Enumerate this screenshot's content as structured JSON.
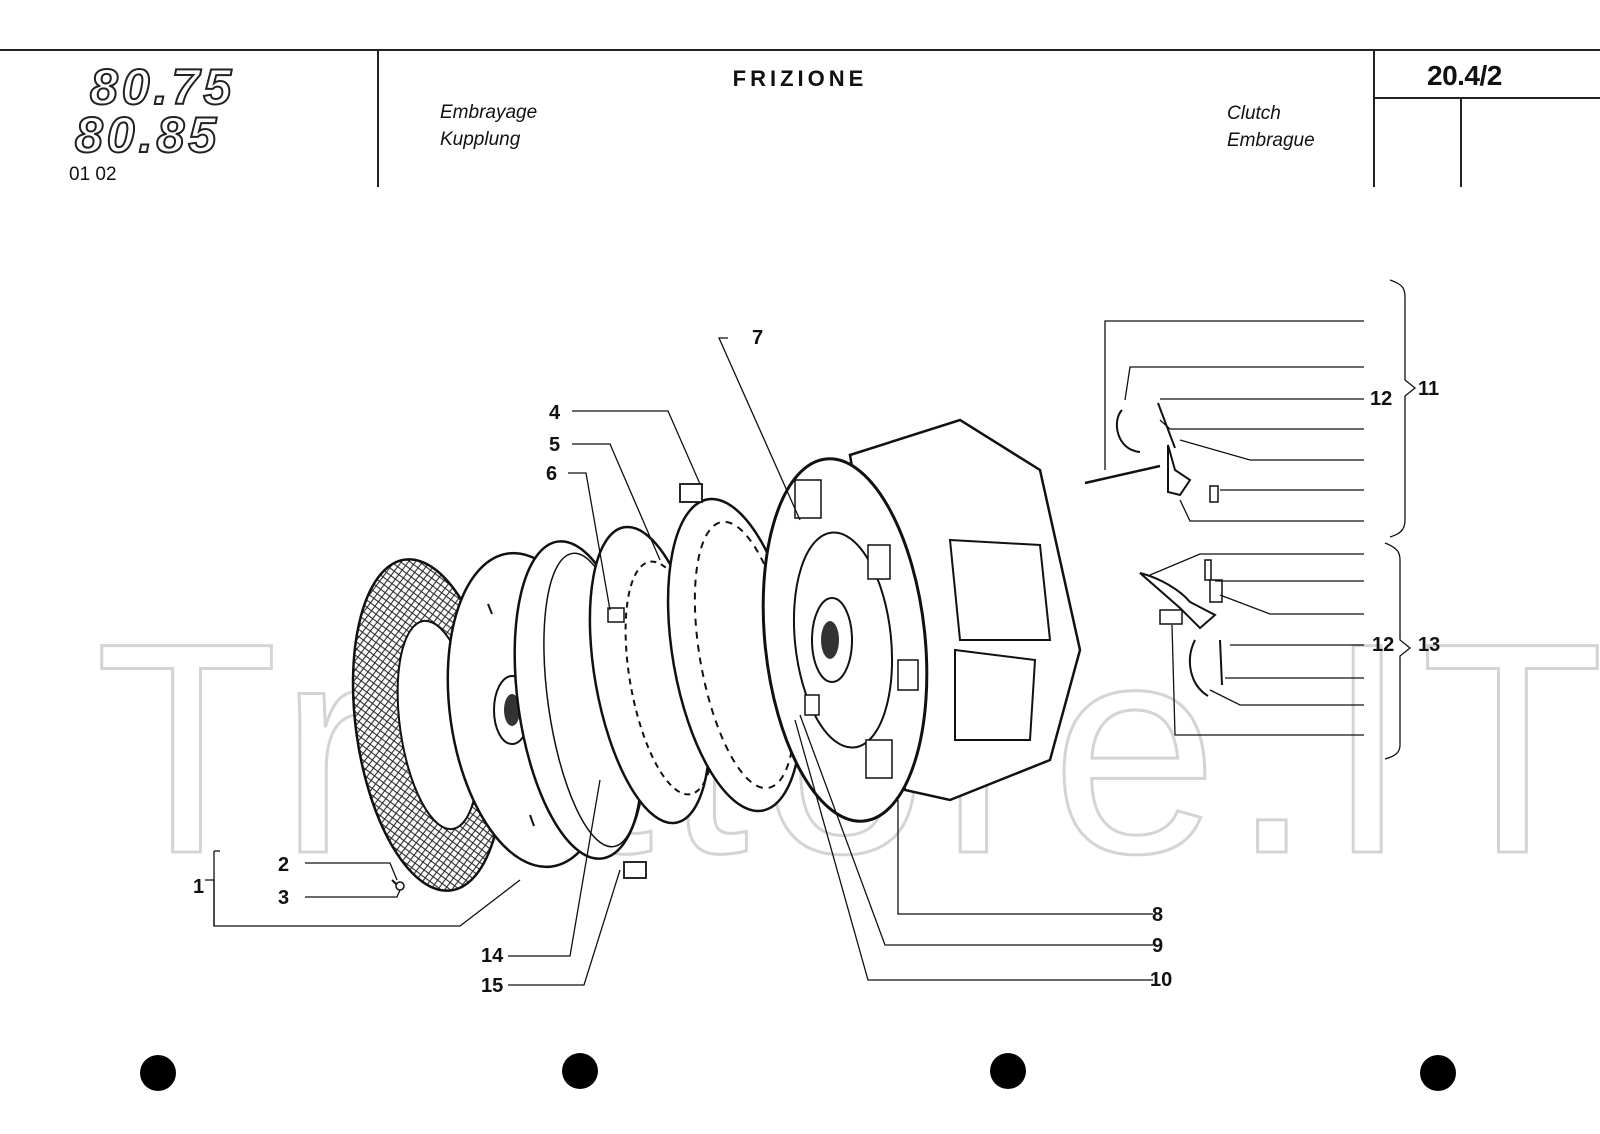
{
  "header": {
    "models": [
      "80.75",
      "80.85"
    ],
    "code": "01 02",
    "title": "FRIZIONE",
    "left_subtitles": [
      "Embrayage",
      "Kupplung"
    ],
    "right_subtitles": [
      "Clutch",
      "Embrague"
    ],
    "page_ref": "20.4/2"
  },
  "watermark": "Trattore.IT",
  "callouts": [
    "1",
    "2",
    "3",
    "4",
    "5",
    "6",
    "7",
    "8",
    "9",
    "10",
    "11",
    "12",
    "13",
    "14",
    "15"
  ],
  "callouts_dup": [
    "12",
    "12"
  ]
}
